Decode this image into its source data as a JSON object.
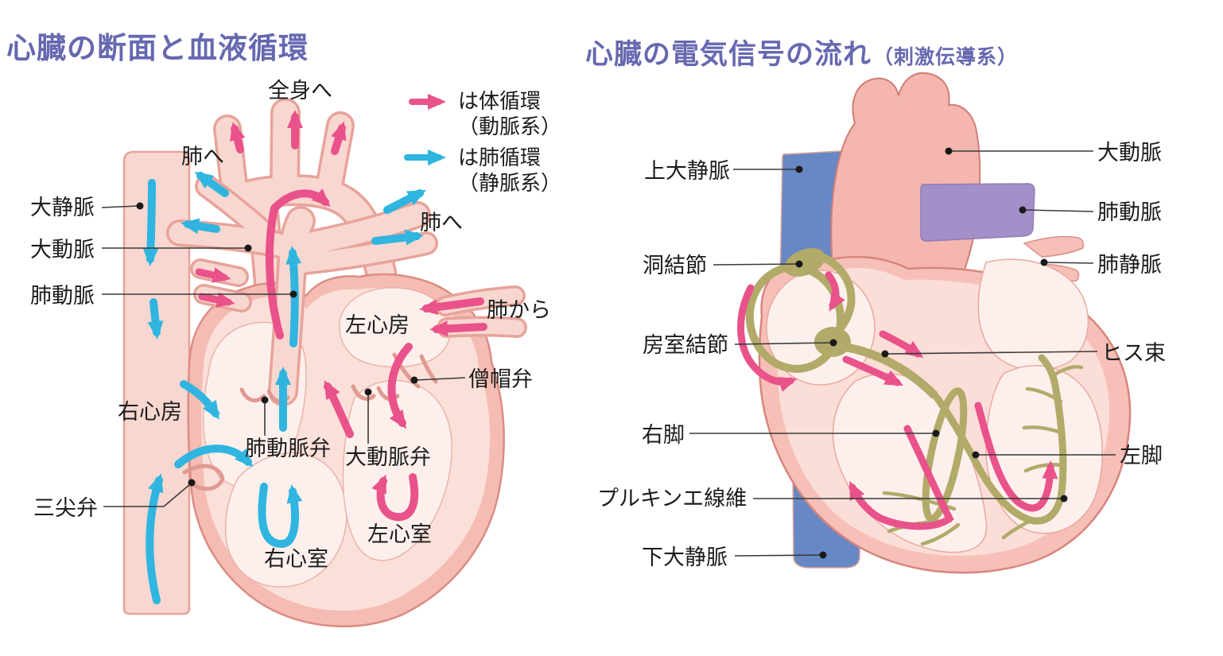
{
  "colors": {
    "title_purple": "#6668b0",
    "systemic_pink": "#e9528a",
    "pulmonary_blue": "#2fb5e0",
    "conduction_olive": "#b2aa69",
    "vein_blue": "#6788c4",
    "pulmonary_artery_purple": "#a390c8",
    "heart_salmon": "#f5bcb3"
  },
  "left": {
    "title": "心臓の断面と血液循環",
    "legend": {
      "systemic": {
        "label": "は体循環",
        "sub": "（動脈系）"
      },
      "pulmonary": {
        "label": "は肺循環",
        "sub": "（静脈系）"
      }
    },
    "labels": {
      "to_body": "全身へ",
      "to_lung_left": "肺へ",
      "to_lung_right": "肺へ",
      "vena_cava": "大静脈",
      "aorta": "大動脈",
      "pulmonary_artery": "肺動脈",
      "right_atrium": "右心房",
      "tricuspid_valve": "三尖弁",
      "right_ventricle": "右心室",
      "pulmonary_valve": "肺動脈弁",
      "aortic_valve": "大動脈弁",
      "left_atrium": "左心房",
      "left_ventricle": "左心室",
      "mitral_valve": "僧帽弁",
      "from_lung": "肺から"
    }
  },
  "right": {
    "title": "心臓の電気信号の流れ",
    "title_suffix": "（刺激伝導系）",
    "labels": {
      "svc": "上大静脈",
      "sa_node": "洞結節",
      "av_node": "房室結節",
      "right_bundle": "右脚",
      "purkinje": "プルキンエ線維",
      "ivc": "下大静脈",
      "aorta": "大動脈",
      "pulmonary_artery": "肺動脈",
      "pulmonary_vein": "肺静脈",
      "his_bundle": "ヒス束",
      "left_bundle": "左脚"
    }
  }
}
